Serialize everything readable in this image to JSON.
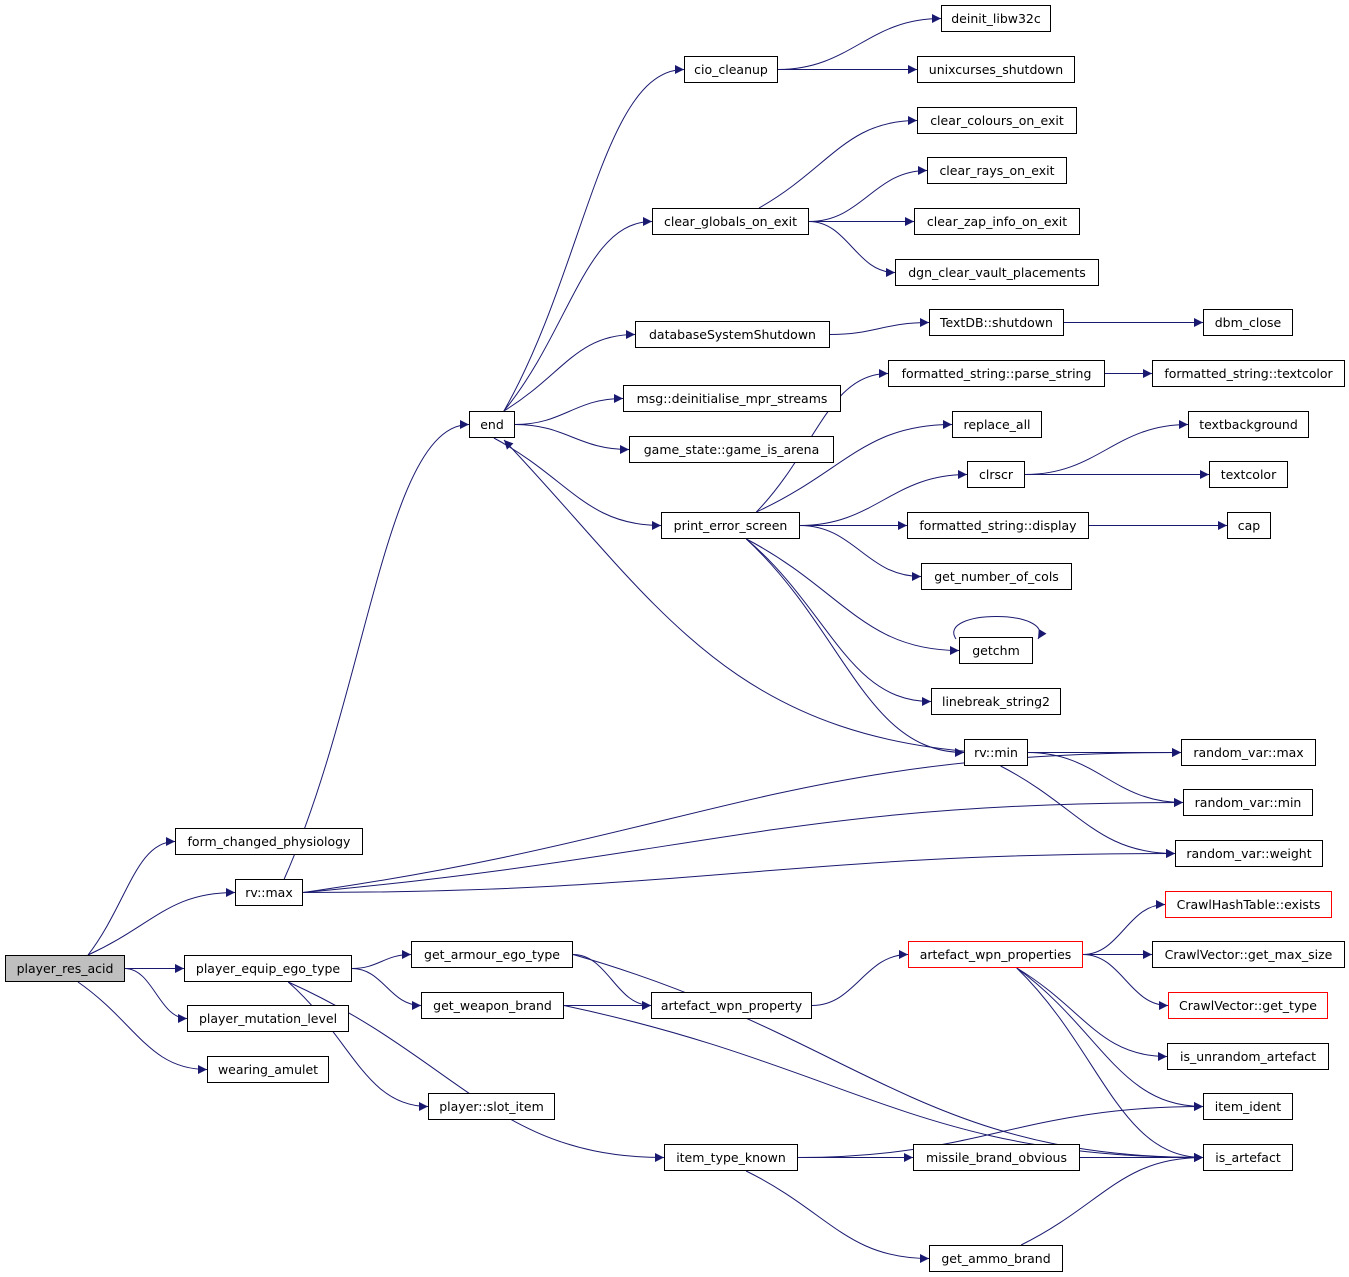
{
  "title": "player_res_acid call graph",
  "colors": {
    "edge": "#191970",
    "root_fill": "#bfbfbf",
    "node_border": "#000000",
    "incomplete_border": "#ff0000"
  },
  "nodes": [
    {
      "id": "player_res_acid",
      "label": "player_res_acid",
      "style": "root"
    },
    {
      "id": "form_changed_physiology",
      "label": "form_changed_physiology",
      "style": "normal"
    },
    {
      "id": "rv_max",
      "label": "rv::max",
      "style": "normal"
    },
    {
      "id": "player_equip_ego_type",
      "label": "player_equip_ego_type",
      "style": "normal"
    },
    {
      "id": "player_mutation_level",
      "label": "player_mutation_level",
      "style": "normal"
    },
    {
      "id": "wearing_amulet",
      "label": "wearing_amulet",
      "style": "normal"
    },
    {
      "id": "get_armour_ego_type",
      "label": "get_armour_ego_type",
      "style": "normal"
    },
    {
      "id": "get_weapon_brand",
      "label": "get_weapon_brand",
      "style": "normal"
    },
    {
      "id": "player_slot_item",
      "label": "player::slot_item",
      "style": "normal"
    },
    {
      "id": "artefact_wpn_property",
      "label": "artefact_wpn_property",
      "style": "normal"
    },
    {
      "id": "item_type_known",
      "label": "item_type_known",
      "style": "normal"
    },
    {
      "id": "get_ammo_brand",
      "label": "get_ammo_brand",
      "style": "normal"
    },
    {
      "id": "artefact_wpn_properties",
      "label": "artefact_wpn_properties",
      "style": "red"
    },
    {
      "id": "missile_brand_obvious",
      "label": "missile_brand_obvious",
      "style": "normal"
    },
    {
      "id": "hash_exists",
      "label": "CrawlHashTable::exists",
      "style": "red"
    },
    {
      "id": "vec_max_size",
      "label": "CrawlVector::get_max_size",
      "style": "normal"
    },
    {
      "id": "vec_get_type",
      "label": "CrawlVector::get_type",
      "style": "red"
    },
    {
      "id": "is_unrandom_artefact",
      "label": "is_unrandom_artefact",
      "style": "normal"
    },
    {
      "id": "item_ident",
      "label": "item_ident",
      "style": "normal"
    },
    {
      "id": "is_artefact",
      "label": "is_artefact",
      "style": "normal"
    },
    {
      "id": "end",
      "label": "end",
      "style": "normal"
    },
    {
      "id": "cio_cleanup",
      "label": "cio_cleanup",
      "style": "normal"
    },
    {
      "id": "deinit_libw32c",
      "label": "deinit_libw32c",
      "style": "normal"
    },
    {
      "id": "unixcurses_shutdown",
      "label": "unixcurses_shutdown",
      "style": "normal"
    },
    {
      "id": "clear_colours_on_exit",
      "label": "clear_colours_on_exit",
      "style": "normal"
    },
    {
      "id": "clear_rays_on_exit",
      "label": "clear_rays_on_exit",
      "style": "normal"
    },
    {
      "id": "clear_globals_on_exit",
      "label": "clear_globals_on_exit",
      "style": "normal"
    },
    {
      "id": "clear_zap_info_on_exit",
      "label": "clear_zap_info_on_exit",
      "style": "normal"
    },
    {
      "id": "dgn_clear_vault_placements",
      "label": "dgn_clear_vault_placements",
      "style": "normal"
    },
    {
      "id": "databaseSystemShutdown",
      "label": "databaseSystemShutdown",
      "style": "normal"
    },
    {
      "id": "textdb_shutdown",
      "label": "TextDB::shutdown",
      "style": "normal"
    },
    {
      "id": "dbm_close",
      "label": "dbm_close",
      "style": "normal"
    },
    {
      "id": "fs_parse_string",
      "label": "formatted_string::parse_string",
      "style": "normal"
    },
    {
      "id": "fs_textcolor",
      "label": "formatted_string::textcolor",
      "style": "normal"
    },
    {
      "id": "msg_deinit",
      "label": "msg::deinitialise_mpr_streams",
      "style": "normal"
    },
    {
      "id": "replace_all",
      "label": "replace_all",
      "style": "normal"
    },
    {
      "id": "game_is_arena",
      "label": "game_state::game_is_arena",
      "style": "normal"
    },
    {
      "id": "textbackground",
      "label": "textbackground",
      "style": "normal"
    },
    {
      "id": "clrscr",
      "label": "clrscr",
      "style": "normal"
    },
    {
      "id": "textcolor",
      "label": "textcolor",
      "style": "normal"
    },
    {
      "id": "print_error_screen",
      "label": "print_error_screen",
      "style": "normal"
    },
    {
      "id": "fs_display",
      "label": "formatted_string::display",
      "style": "normal"
    },
    {
      "id": "cap",
      "label": "cap",
      "style": "normal"
    },
    {
      "id": "get_number_of_cols",
      "label": "get_number_of_cols",
      "style": "normal"
    },
    {
      "id": "getchm",
      "label": "getchm",
      "style": "normal"
    },
    {
      "id": "linebreak_string2",
      "label": "linebreak_string2",
      "style": "normal"
    },
    {
      "id": "rv_min",
      "label": "rv::min",
      "style": "normal"
    },
    {
      "id": "random_var_max",
      "label": "random_var::max",
      "style": "normal"
    },
    {
      "id": "random_var_min",
      "label": "random_var::min",
      "style": "normal"
    },
    {
      "id": "random_var_weight",
      "label": "random_var::weight",
      "style": "normal"
    }
  ],
  "edges": [
    [
      "player_res_acid",
      "form_changed_physiology"
    ],
    [
      "player_res_acid",
      "rv_max"
    ],
    [
      "player_res_acid",
      "player_equip_ego_type"
    ],
    [
      "player_res_acid",
      "player_mutation_level"
    ],
    [
      "player_res_acid",
      "wearing_amulet"
    ],
    [
      "rv_max",
      "end"
    ],
    [
      "rv_max",
      "random_var_max"
    ],
    [
      "rv_max",
      "random_var_min"
    ],
    [
      "rv_max",
      "random_var_weight"
    ],
    [
      "player_equip_ego_type",
      "get_armour_ego_type"
    ],
    [
      "player_equip_ego_type",
      "get_weapon_brand"
    ],
    [
      "player_equip_ego_type",
      "player_slot_item"
    ],
    [
      "player_equip_ego_type",
      "item_type_known"
    ],
    [
      "get_armour_ego_type",
      "artefact_wpn_property"
    ],
    [
      "get_armour_ego_type",
      "is_artefact"
    ],
    [
      "get_weapon_brand",
      "artefact_wpn_property"
    ],
    [
      "get_weapon_brand",
      "is_artefact"
    ],
    [
      "artefact_wpn_property",
      "artefact_wpn_properties"
    ],
    [
      "artefact_wpn_properties",
      "hash_exists"
    ],
    [
      "artefact_wpn_properties",
      "vec_max_size"
    ],
    [
      "artefact_wpn_properties",
      "vec_get_type"
    ],
    [
      "artefact_wpn_properties",
      "is_unrandom_artefact"
    ],
    [
      "artefact_wpn_properties",
      "item_ident"
    ],
    [
      "artefact_wpn_properties",
      "is_artefact"
    ],
    [
      "item_type_known",
      "item_ident"
    ],
    [
      "item_type_known",
      "missile_brand_obvious"
    ],
    [
      "item_type_known",
      "is_artefact"
    ],
    [
      "item_type_known",
      "get_ammo_brand"
    ],
    [
      "get_ammo_brand",
      "is_artefact"
    ],
    [
      "end",
      "cio_cleanup"
    ],
    [
      "end",
      "clear_globals_on_exit"
    ],
    [
      "end",
      "databaseSystemShutdown"
    ],
    [
      "end",
      "msg_deinit"
    ],
    [
      "end",
      "game_is_arena"
    ],
    [
      "end",
      "print_error_screen"
    ],
    [
      "cio_cleanup",
      "deinit_libw32c"
    ],
    [
      "cio_cleanup",
      "unixcurses_shutdown"
    ],
    [
      "clear_globals_on_exit",
      "clear_colours_on_exit"
    ],
    [
      "clear_globals_on_exit",
      "clear_rays_on_exit"
    ],
    [
      "clear_globals_on_exit",
      "clear_zap_info_on_exit"
    ],
    [
      "clear_globals_on_exit",
      "dgn_clear_vault_placements"
    ],
    [
      "databaseSystemShutdown",
      "textdb_shutdown"
    ],
    [
      "textdb_shutdown",
      "dbm_close"
    ],
    [
      "print_error_screen",
      "fs_parse_string"
    ],
    [
      "print_error_screen",
      "replace_all"
    ],
    [
      "print_error_screen",
      "clrscr"
    ],
    [
      "print_error_screen",
      "fs_display"
    ],
    [
      "print_error_screen",
      "get_number_of_cols"
    ],
    [
      "print_error_screen",
      "getchm"
    ],
    [
      "print_error_screen",
      "linebreak_string2"
    ],
    [
      "print_error_screen",
      "rv_min"
    ],
    [
      "fs_parse_string",
      "fs_textcolor"
    ],
    [
      "clrscr",
      "textbackground"
    ],
    [
      "clrscr",
      "textcolor"
    ],
    [
      "fs_display",
      "cap"
    ],
    [
      "getchm",
      "getchm"
    ],
    [
      "rv_min",
      "end"
    ],
    [
      "rv_min",
      "random_var_max"
    ],
    [
      "rv_min",
      "random_var_min"
    ],
    [
      "rv_min",
      "random_var_weight"
    ]
  ]
}
